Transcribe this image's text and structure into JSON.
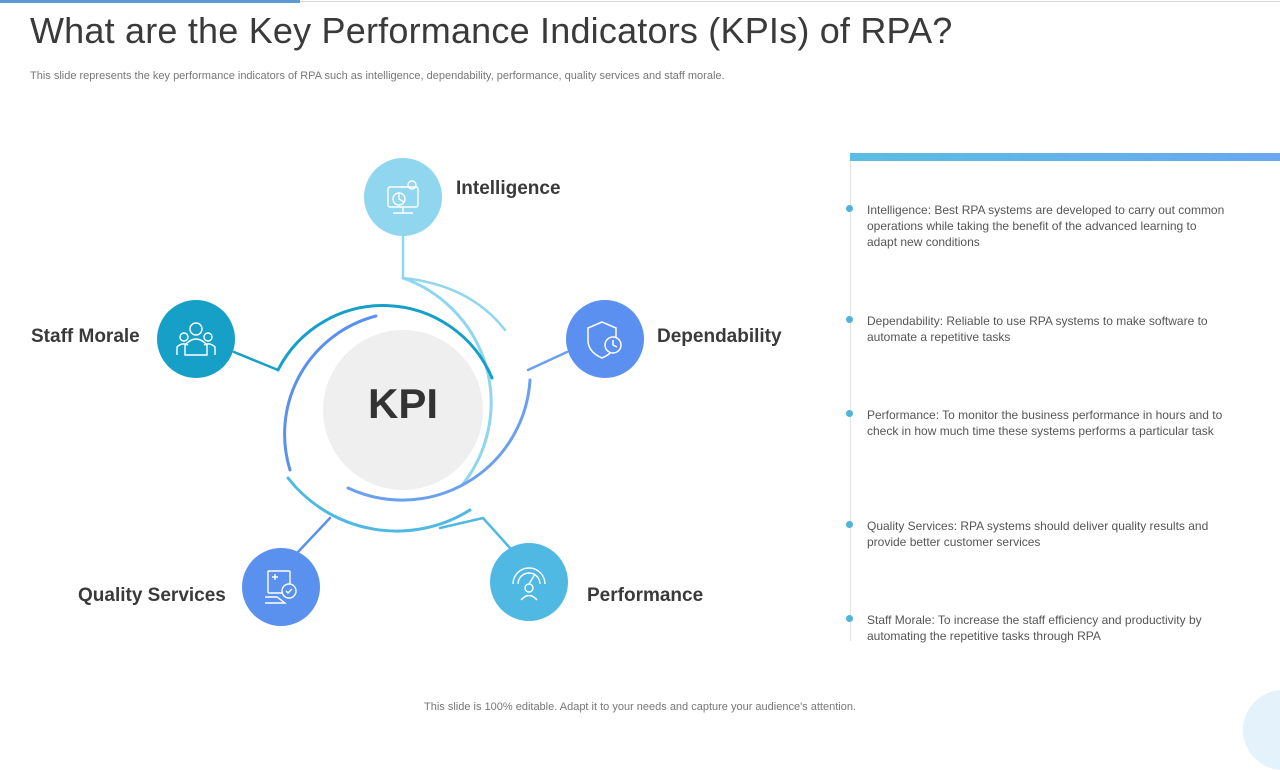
{
  "title": "What are the Key Performance Indicators (KPIs) of RPA?",
  "subtitle": "This slide represents the key performance indicators of RPA such as intelligence, dependability, performance, quality services and staff morale.",
  "center_label": "KPI",
  "nodes": [
    {
      "label": "Intelligence",
      "icon": "brain-gear-icon",
      "color": "#8fd6ee"
    },
    {
      "label": "Dependability",
      "icon": "shield-clock-icon",
      "color": "#5b8ff0"
    },
    {
      "label": "Performance",
      "icon": "performance-gauge-icon",
      "color": "#4fb8e3"
    },
    {
      "label": "Quality Services",
      "icon": "quality-box-icon",
      "color": "#5a90ee"
    },
    {
      "label": "Staff Morale",
      "icon": "team-icon",
      "color": "#16a0c8"
    }
  ],
  "descriptions": [
    "Intelligence: Best RPA systems are developed to carry out common operations while taking the benefit of the advanced learning to adapt new conditions",
    "Dependability: Reliable to use RPA systems to make software to automate a repetitive tasks",
    "Performance: To monitor the business performance in hours and to check in how much time these systems performs a particular task",
    "Quality Services: RPA systems should deliver quality results and provide better customer services",
    "Staff Morale: To increase the staff efficiency and productivity by automating the repetitive tasks through RPA"
  ],
  "footer": "This slide is 100% editable. Adapt it to your needs and capture your audience's attention.",
  "colors": {
    "bullet": "#4fb3dc",
    "panel_bar_start": "#5bbde3",
    "panel_bar_end": "#6aa8ef",
    "kpi_core": "#efefef"
  }
}
